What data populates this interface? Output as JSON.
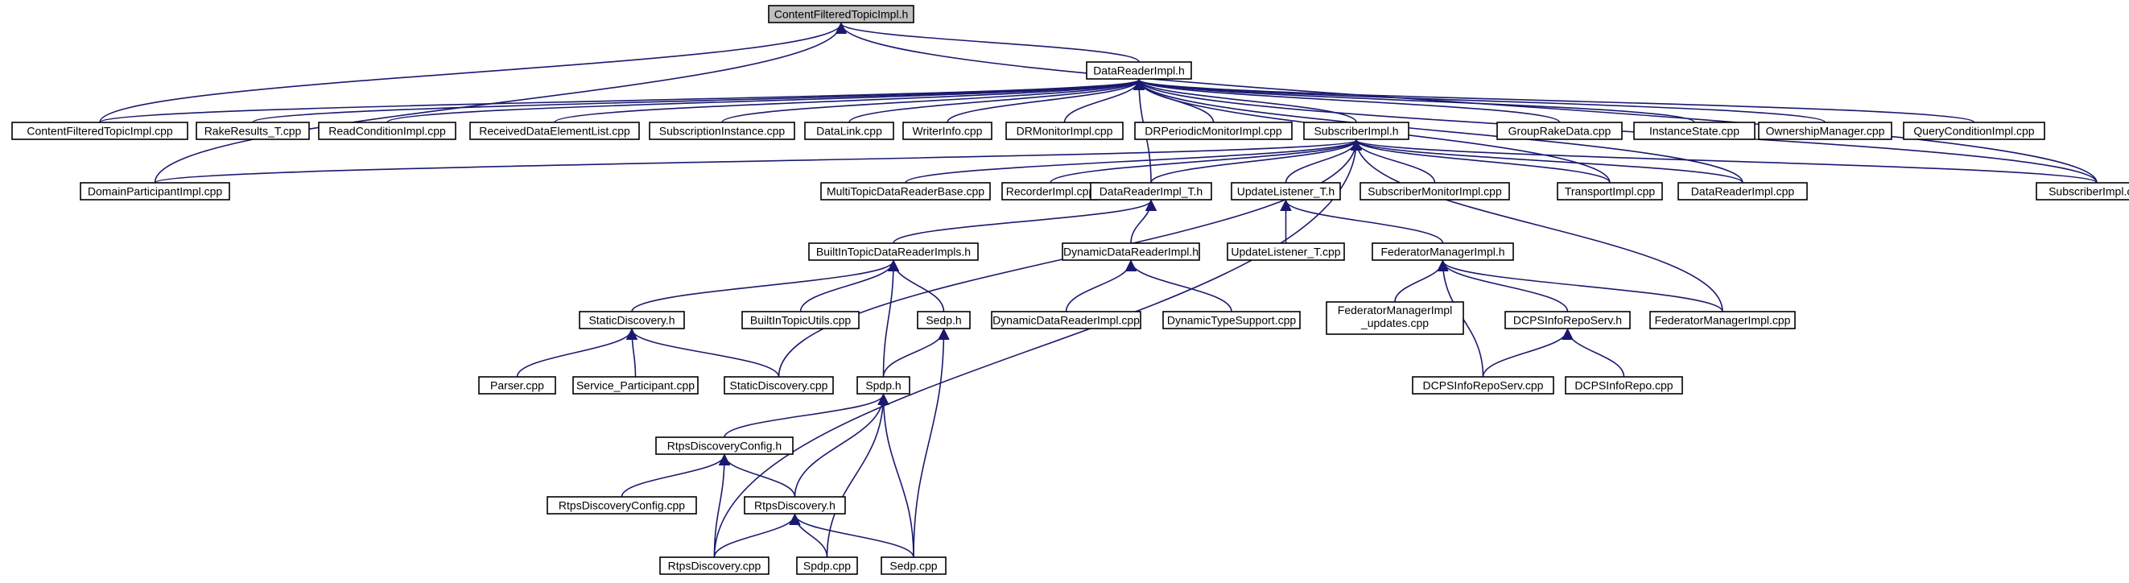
{
  "diagram": {
    "type": "include-dependency-graph",
    "colors": {
      "edge": "#191970",
      "root_fill": "#bfbfbf",
      "node_fill": "#ffffff",
      "node_border": "#000000"
    },
    "nodes": [
      {
        "id": "cftimpl_h",
        "label": "ContentFilteredTopicImpl.h",
        "root": true
      },
      {
        "id": "dri_h",
        "label": "DataReaderImpl.h"
      },
      {
        "id": "cftimpl_cpp",
        "label": "ContentFilteredTopicImpl.cpp"
      },
      {
        "id": "rake",
        "label": "RakeResults_T.cpp"
      },
      {
        "id": "readcond",
        "label": "ReadConditionImpl.cpp"
      },
      {
        "id": "rdel",
        "label": "ReceivedDataElementList.cpp"
      },
      {
        "id": "subinst",
        "label": "SubscriptionInstance.cpp"
      },
      {
        "id": "datalink",
        "label": "DataLink.cpp"
      },
      {
        "id": "writerinfo",
        "label": "WriterInfo.cpp"
      },
      {
        "id": "drmon",
        "label": "DRMonitorImpl.cpp"
      },
      {
        "id": "drper",
        "label": "DRPeriodicMonitorImpl.cpp"
      },
      {
        "id": "subimpl_h",
        "label": "SubscriberImpl.h"
      },
      {
        "id": "grouprake",
        "label": "GroupRakeData.cpp"
      },
      {
        "id": "inststate",
        "label": "InstanceState.cpp"
      },
      {
        "id": "ownership",
        "label": "OwnershipManager.cpp"
      },
      {
        "id": "querycond",
        "label": "QueryConditionImpl.cpp"
      },
      {
        "id": "dpimpl",
        "label": "DomainParticipantImpl.cpp"
      },
      {
        "id": "multitopic",
        "label": "MultiTopicDataReaderBase.cpp"
      },
      {
        "id": "recorder",
        "label": "RecorderImpl.cpp"
      },
      {
        "id": "drit_h",
        "label": "DataReaderImpl_T.h"
      },
      {
        "id": "ul_h",
        "label": "UpdateListener_T.h"
      },
      {
        "id": "submon",
        "label": "SubscriberMonitorImpl.cpp"
      },
      {
        "id": "transport",
        "label": "TransportImpl.cpp"
      },
      {
        "id": "dri_cpp",
        "label": "DataReaderImpl.cpp"
      },
      {
        "id": "subimpl_cpp",
        "label": "SubscriberImpl.cpp"
      },
      {
        "id": "bitdri_h",
        "label": "BuiltInTopicDataReaderImpls.h"
      },
      {
        "id": "dyndri_h",
        "label": "DynamicDataReaderImpl.h"
      },
      {
        "id": "ul_cpp",
        "label": "UpdateListener_T.cpp"
      },
      {
        "id": "fmi_h",
        "label": "FederatorManagerImpl.h"
      },
      {
        "id": "staticdisc_h",
        "label": "StaticDiscovery.h"
      },
      {
        "id": "bitutils",
        "label": "BuiltInTopicUtils.cpp"
      },
      {
        "id": "sedp_h",
        "label": "Sedp.h"
      },
      {
        "id": "dyndri_cpp",
        "label": "DynamicDataReaderImpl.cpp"
      },
      {
        "id": "dyntype",
        "label": "DynamicTypeSupport.cpp"
      },
      {
        "id": "fmi_upd",
        "label": "FederatorManagerImpl\n_updates.cpp"
      },
      {
        "id": "dcpsrs_h",
        "label": "DCPSInfoRepoServ.h"
      },
      {
        "id": "fmi_cpp",
        "label": "FederatorManagerImpl.cpp"
      },
      {
        "id": "parser",
        "label": "Parser.cpp"
      },
      {
        "id": "servpart",
        "label": "Service_Participant.cpp"
      },
      {
        "id": "staticdisc_cpp",
        "label": "StaticDiscovery.cpp"
      },
      {
        "id": "spdp_h",
        "label": "Spdp.h"
      },
      {
        "id": "dcpsrs_cpp",
        "label": "DCPSInfoRepoServ.cpp"
      },
      {
        "id": "dcpsrepo",
        "label": "DCPSInfoRepo.cpp"
      },
      {
        "id": "rtpscfg_h",
        "label": "RtpsDiscoveryConfig.h"
      },
      {
        "id": "rtpscfg_cpp",
        "label": "RtpsDiscoveryConfig.cpp"
      },
      {
        "id": "rtps_h",
        "label": "RtpsDiscovery.h"
      },
      {
        "id": "rtps_cpp",
        "label": "RtpsDiscovery.cpp"
      },
      {
        "id": "spdp_cpp",
        "label": "Spdp.cpp"
      },
      {
        "id": "sedp_cpp",
        "label": "Sedp.cpp"
      }
    ]
  }
}
